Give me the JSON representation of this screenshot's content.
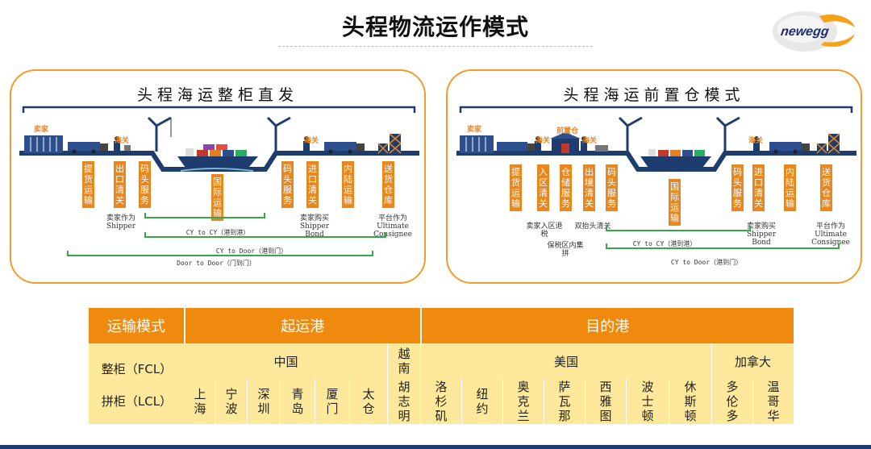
{
  "header": {
    "title": "头程物流运作模式",
    "logo_text": "newegg"
  },
  "colors": {
    "accent": "#f08a0e",
    "box": "#e9871f",
    "green": "#35a84a",
    "navy": "#1e3d6e",
    "table_body": "#fde89c"
  },
  "panel_left": {
    "title": "头程海运整柜直发",
    "labels": {
      "seller": "卖家",
      "customs1": "海关",
      "customs2": "海关"
    },
    "boxes": [
      "提货运输",
      "出口清关",
      "码头服务",
      "国际运输",
      "码头服务",
      "进口清关",
      "内陆运输",
      "送货仓库"
    ],
    "notes": {
      "seller_shipper": "卖家作为Shipper",
      "buyer_bond": "卖家购买Shipper Bond",
      "platform": "平台作为Ultimate Consignee"
    },
    "ranges": {
      "cy_cy": "CY to CY（港到港）",
      "cy_door": "CY to Door（港到门）",
      "door_door": "Door to Door（门到门）"
    }
  },
  "panel_right": {
    "title": "头程海运前置仓模式",
    "labels": {
      "seller": "卖家",
      "customs1": "海关",
      "front_wh": "前置仓",
      "customs2": "海关",
      "customs3": "海关"
    },
    "boxes": [
      "提货运输",
      "入区清关",
      "仓储服务",
      "出境清关",
      "码头服务",
      "国际运输",
      "码头服务",
      "进口清关",
      "内陆运输",
      "送货仓库"
    ],
    "notes": {
      "in_refund": "卖家入区退税",
      "bonded": "保税区内集拼",
      "double": "双抬头清关",
      "buyer_bond": "卖家购买Shipper Bond",
      "platform": "平台作为Ultimate Consignee"
    },
    "ranges": {
      "cy_cy": "CY to CY（港到港）",
      "cy_door": "CY to Door（港到门）"
    }
  },
  "table": {
    "header": {
      "mode": "运输模式",
      "origin": "起运港",
      "dest": "目的港"
    },
    "rows": {
      "fcl": "整柜（FCL）",
      "lcl": "拼柜（LCL）"
    },
    "countries": {
      "china": "中国",
      "vietnam": "越南",
      "usa": "美国",
      "canada": "加拿大"
    },
    "ports": {
      "china": [
        "上海",
        "宁波",
        "深圳",
        "青岛",
        "厦门",
        "太仓"
      ],
      "vietnam": [
        "胡志明"
      ],
      "usa": [
        "洛杉矶",
        "纽约",
        "奥克兰",
        "萨瓦那",
        "西雅图",
        "波士顿",
        "休斯顿"
      ],
      "canada": [
        "多伦多",
        "温哥华"
      ]
    }
  }
}
